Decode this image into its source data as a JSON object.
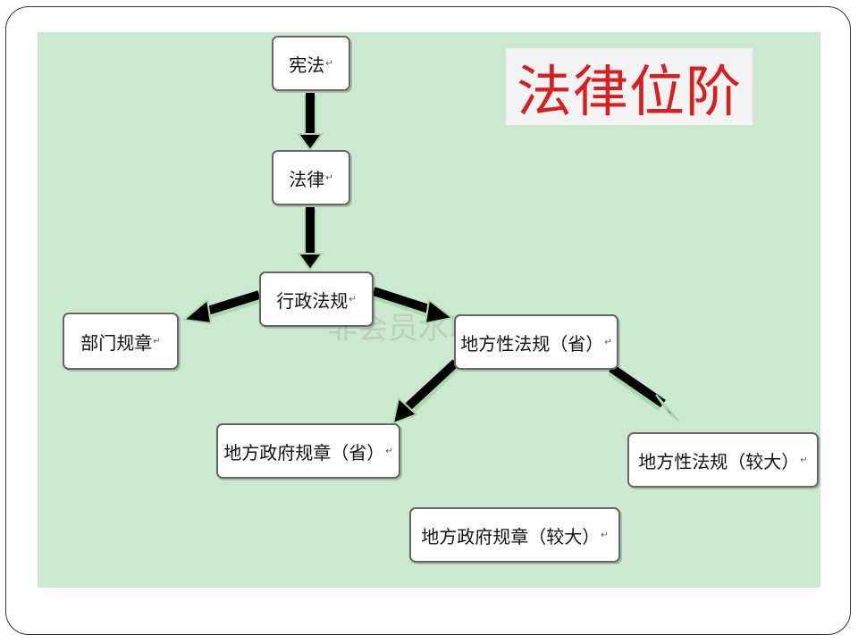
{
  "title": "法律位阶",
  "return_mark": "↵",
  "watermark": "非会员水印",
  "nodes": {
    "constitution": "宪法",
    "law": "法律",
    "admin_regulations": "行政法规",
    "departmental_rules": "部门规章",
    "local_regulations_province": "地方性法规（省）",
    "local_gov_rules_province": "地方政府规章（省）",
    "local_regulations_larger_city": "地方性法规（较大）",
    "local_gov_rules_larger_city": "地方政府规章（较大）"
  }
}
